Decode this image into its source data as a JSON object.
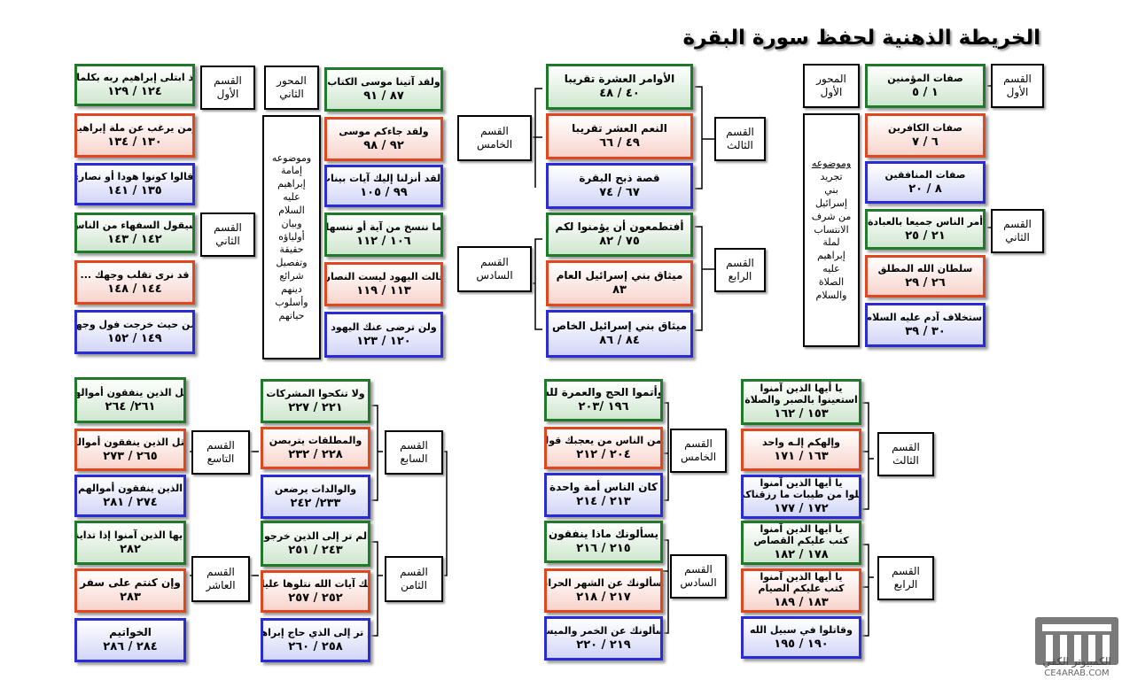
{
  "title": "الخريطة الذهنية لحفظ سورة البقرة",
  "mihwar1": {
    "label": "المحور\nالأول",
    "desc_head": "وموضوعه",
    "desc_body": "تجريد\nبني\nإسرائيل\nمن شرف\nالانتساب\nلملة\nإبراهيم\nعليه\nالصلاة\nوالسلام",
    "sec1": "القسم\nالأول",
    "sec2": "القسم\nالثاني",
    "boxes": [
      {
        "t": "صفات المؤمنين",
        "r": "١ / ٥"
      },
      {
        "t": "صفات الكافرين",
        "r": "٦ / ٧"
      },
      {
        "t": "صفات المنافقين",
        "r": "٨ / ٢٠"
      },
      {
        "t": "أمر الناس جميعا بالعبادة",
        "r": "٢١ / ٢٥"
      },
      {
        "t": "سلطان الله المطلق",
        "r": "٢٦ / ٢٩"
      },
      {
        "t": "استخلاف آدم عليه السلام",
        "r": "٣٠ / ٣٩"
      }
    ]
  },
  "mihwar1b": {
    "sec3": "القسم\nالثالث",
    "sec4": "القسم\nالرابع",
    "boxes": [
      {
        "t": "الأوامر العشرة تقريبا",
        "r": "٤٠ / ٤٨"
      },
      {
        "t": "النعم العشر تقريبا",
        "r": "٤٩ / ٦٦"
      },
      {
        "t": "قصة ذبح البقرة",
        "r": "٦٧ / ٧٤"
      },
      {
        "t": "أفتطمعون أن يؤمنوا لكم",
        "r": "٧٥ / ٨٢"
      },
      {
        "t": "ميثاق بني إسرائيل العام",
        "r": "٨٣"
      },
      {
        "t": "ميثاق بني إسرائيل الخاص",
        "r": "٨٤ / ٨٦"
      }
    ]
  },
  "mihwar1c": {
    "sec5": "القسم\nالخامس",
    "sec6": "القسم\nالسادس",
    "boxes": [
      {
        "t": "ولقد آتينا موسى الكتاب",
        "r": "٨٧ / ٩١"
      },
      {
        "t": "ولقد جاءكم موسى",
        "r": "٩٢ / ٩٨"
      },
      {
        "t": "ولقد أنزلنا إليك آيات بينات",
        "r": "٩٩ / ١٠٥"
      },
      {
        "t": "ما ننسخ من آية أو ننسها",
        "r": "١٠٦ / ١١٢"
      },
      {
        "t": "وقالت اليهود ليست النصارى",
        "r": "١١٣ / ١١٩"
      },
      {
        "t": "ولن ترضى عنك اليهود",
        "r": "١٢٠ / ١٢٣"
      }
    ]
  },
  "mihwar2": {
    "label": "المحور\nالثاني",
    "desc_body": "وموضوعه\nإمامة\nإبراهيم\nعليه\nالسلام\nوبيان\nأولياؤه\nحقيقة\nوتفصيل\nشرائع\nدينهم\nوأسلوب\nحياتهم",
    "sec1": "القسم\nالأول",
    "sec2": "القسم\nالثاني",
    "boxes": [
      {
        "t": "وإذ ابتلى إبراهيم ربه بكلمات",
        "r": "١٢٤ / ١٢٩"
      },
      {
        "t": "ومن يرغب عن ملة إبراهيم",
        "r": "١٣٠ / ١٣٤"
      },
      {
        "t": "وقالوا كونوا هودا أو نصارى",
        "r": "١٣٥ / ١٤١"
      },
      {
        "t": "سيقول السفهاء من الناس",
        "r": "١٤٢ / ١٤٣"
      },
      {
        "t": "قد نرى تقلب وجهك ...",
        "r": "١٤٤ / ١٤٨"
      },
      {
        "t": "ومن حيث خرجت فول وجهك",
        "r": "١٤٩ / ١٥٢"
      }
    ]
  },
  "bottom_right": {
    "sec3": "القسم\nالثالث",
    "sec4": "القسم\nالرابع",
    "boxes": [
      {
        "t": "يا أيها الذين آمنوا",
        "t2": "استعينوا بالصبر والصلاة",
        "r": "١٥٣ / ١٦٢"
      },
      {
        "t": "وإلهكم إلـه واحد",
        "r": "١٦٣ / ١٧١"
      },
      {
        "t": "يا أيها الذين آمنوا",
        "t2": "كلوا من طيبات ما رزقناكم",
        "r": "١٧٢ / ١٧٧"
      },
      {
        "t": "يا أيها الذين آمنوا",
        "t2": "كتب عليكم القصاص",
        "r": "١٧٨ / ١٨٢"
      },
      {
        "t": "يا أيها الذين آمنوا",
        "t2": "كتب عليكم الصيام",
        "r": "١٨٣ / ١٨٩"
      },
      {
        "t": "وقاتلوا في سبيل الله",
        "r": "١٩٠ / ١٩٥"
      }
    ]
  },
  "bottom_mid": {
    "sec5": "القسم\nالخامس",
    "sec6": "القسم\nالسادس",
    "boxes": [
      {
        "t": "وأتموا الحج والعمرة لله",
        "r": "١٩٦ /٢٠٣"
      },
      {
        "t": "ومن الناس من يعجبك قوله",
        "r": "٢٠٤ / ٢١٢"
      },
      {
        "t": "كان الناس أمة واحدة",
        "r": "٢١٣ / ٢١٤"
      },
      {
        "t": "يسألونك ماذا ينفقون",
        "r": "٢١٥ / ٢١٦"
      },
      {
        "t": "يسألونك عن الشهر الحرام",
        "r": "٢١٧ / ٢١٨"
      },
      {
        "t": "يسألونك عن الخمر والميسر",
        "r": "٢١٩ / ٢٢٠"
      }
    ]
  },
  "bottom_left_a": {
    "sec7": "القسم\nالسابع",
    "sec8": "القسم\nالثامن",
    "boxes": [
      {
        "t": "ولا تنكحوا المشركات",
        "r": "٢٢١ / ٢٢٧"
      },
      {
        "t": "والمطلقات يتربصن",
        "r": "٢٢٨ / ٢٣٢"
      },
      {
        "t": "والوالدات يرضعن",
        "r": "٢٣٣/ ٢٤٢"
      },
      {
        "t": "ألم تر إلى الذين خرجوا",
        "r": "٢٤٣ / ٢٥١"
      },
      {
        "t": "تلك آيات الله نتلوها عليك",
        "r": "٢٥٢ / ٢٥٧"
      },
      {
        "t": "ألم تر إلى الذي حاج إبراهيم",
        "r": "٢٥٨ / ٢٦٠"
      }
    ]
  },
  "bottom_left_b": {
    "sec9": "القسم\nالتاسع",
    "sec10": "القسم\nالعاشر",
    "boxes": [
      {
        "t": "مثل الذين ينفقون أموالهم",
        "r": "٢٦١/ ٢٦٤"
      },
      {
        "t": "ومثل الذين ينفقون أموالهم",
        "r": "٢٦٥ / ٢٧٣"
      },
      {
        "t": "الذين ينفقون أموالهم",
        "r": "٢٧٤ / ٢٨١"
      },
      {
        "t": "يا أيها الذين آمنوا إذا تداينتم",
        "r": "٢٨٢"
      },
      {
        "t": "وإن كنتم على سفر",
        "r": "٢٨٣"
      },
      {
        "t": "الخواتيم",
        "r": "٢٨٤ / ٢٨٦"
      }
    ]
  },
  "logo": {
    "ar": "الكمبيوتر الكفي",
    "en": "CE4ARAB.COM"
  }
}
